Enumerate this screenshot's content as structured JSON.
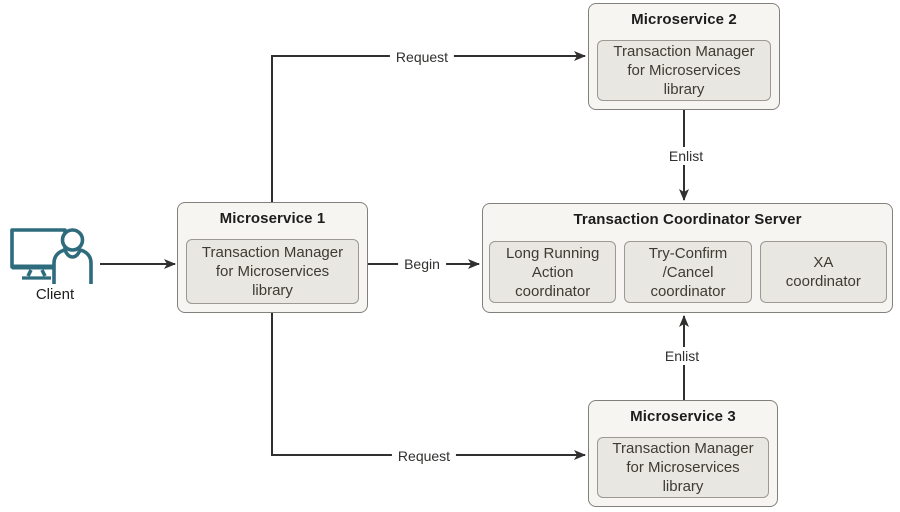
{
  "colors": {
    "accent_teal": "#2e6b7d",
    "box_fill": "#f6f5f2",
    "box_border": "#82807b",
    "inner_fill": "#e9e7e1",
    "inner_border": "#9c9992",
    "line": "#31302e"
  },
  "client": {
    "label": "Client"
  },
  "nodes": {
    "ms1": {
      "title": "Microservice 1",
      "lines": [
        "Transaction Manager",
        "for Microservices",
        "library"
      ]
    },
    "ms2": {
      "title": "Microservice 2",
      "lines": [
        "Transaction Manager",
        "for Microservices",
        "library"
      ]
    },
    "ms3": {
      "title": "Microservice 3",
      "lines": [
        "Transaction Manager",
        "for Microservices",
        "library"
      ]
    },
    "tcs": {
      "title": "Transaction Coordinator Server",
      "coordinators": [
        {
          "lines": [
            "Long Running",
            "Action",
            "coordinator"
          ]
        },
        {
          "lines": [
            "Try-Confirm",
            "/Cancel",
            "coordinator"
          ]
        },
        {
          "lines": [
            "XA",
            "coordinator"
          ]
        }
      ]
    }
  },
  "edges": {
    "request_top": "Request",
    "begin": "Begin",
    "request_bottom": "Request",
    "enlist_top": "Enlist",
    "enlist_bottom": "Enlist"
  }
}
